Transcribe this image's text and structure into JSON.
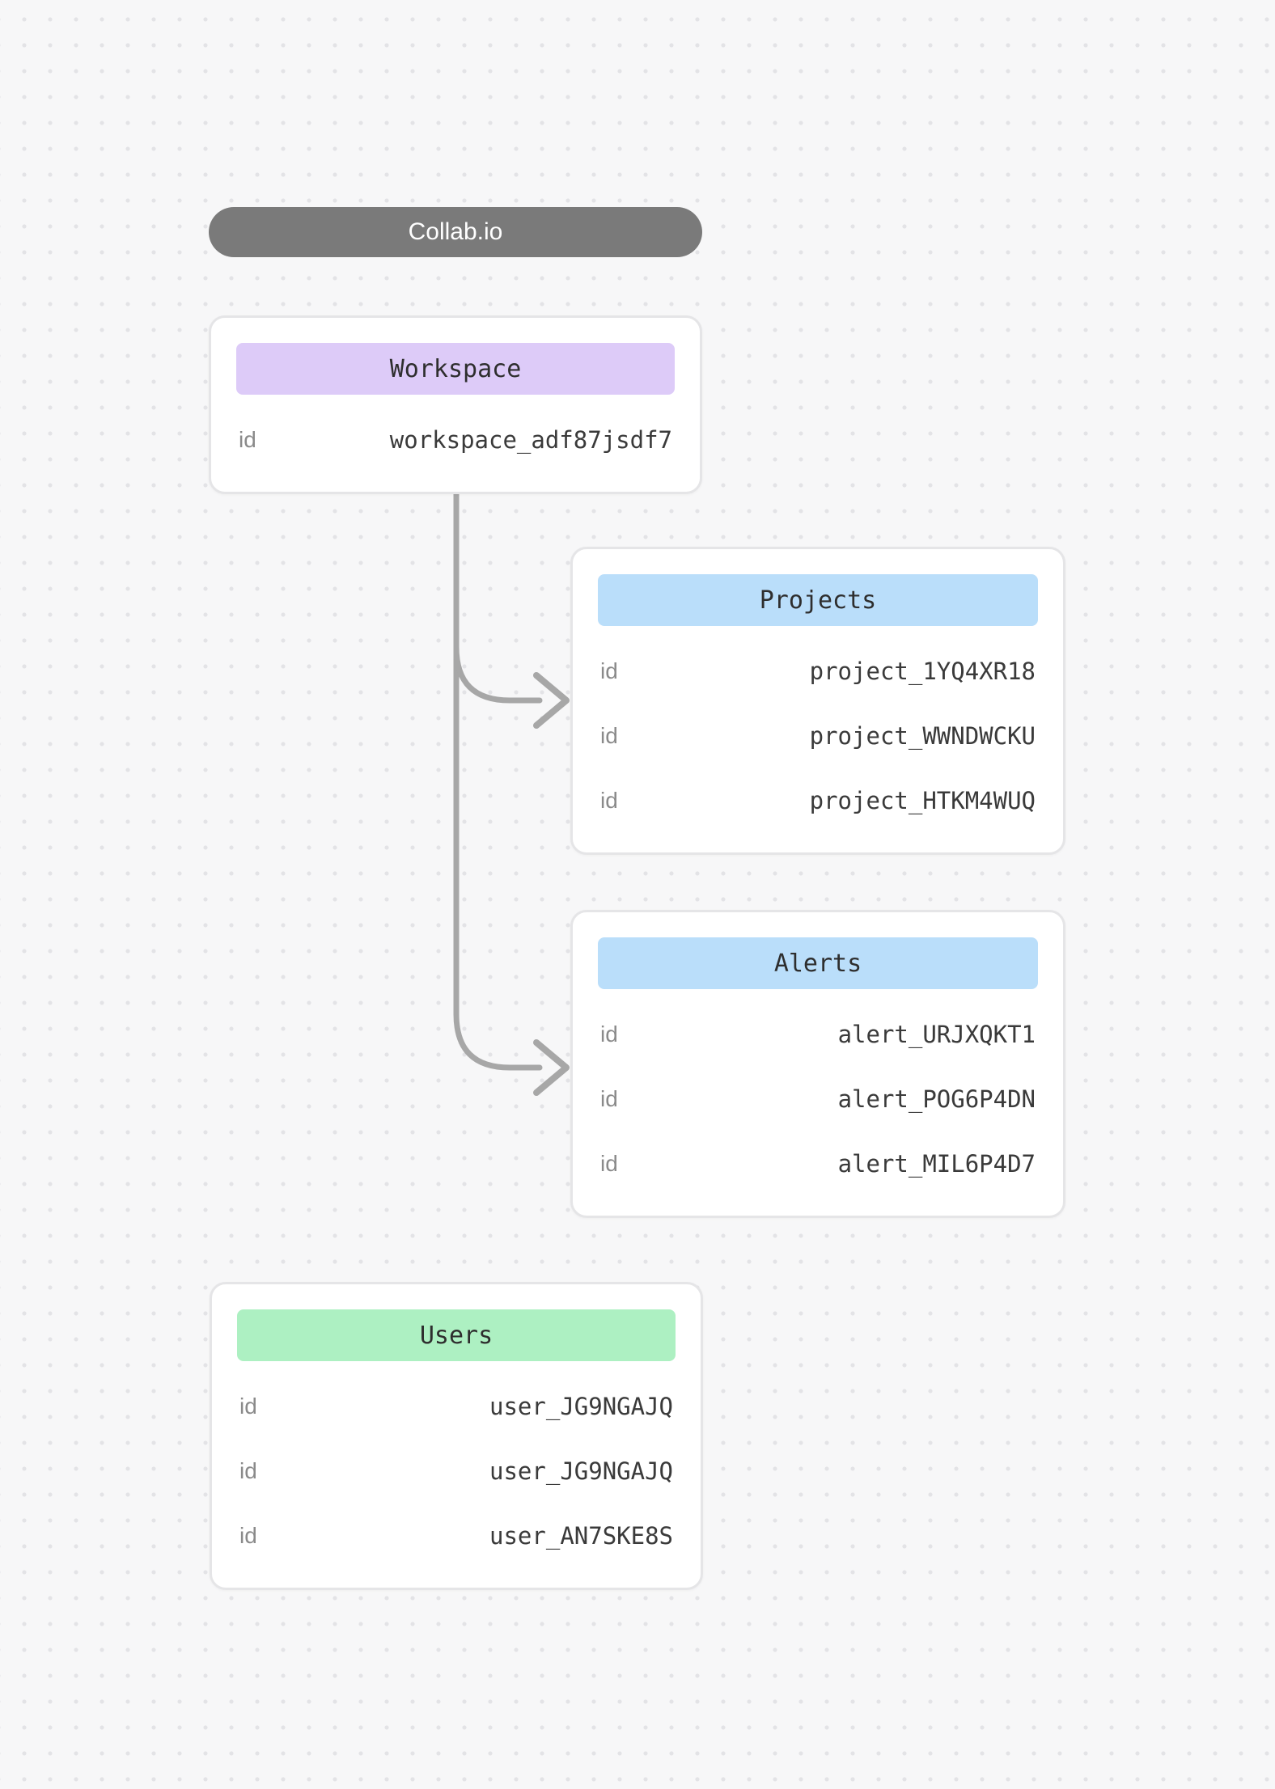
{
  "app": {
    "title": "Collab.io"
  },
  "colors": {
    "canvas_bg": "#f7f7f8",
    "dot_grid": "#e3e3e6",
    "title_pill_bg": "#7a7a7a",
    "workspace_header_bg": "#ddcbf8",
    "projects_header_bg": "#badefa",
    "alerts_header_bg": "#badefa",
    "users_header_bg": "#adf0c2",
    "connector": "#a7a7a7"
  },
  "cards": {
    "workspace": {
      "title": "Workspace",
      "rows": [
        {
          "key": "id",
          "value": "workspace_adf87jsdf7"
        }
      ]
    },
    "projects": {
      "title": "Projects",
      "rows": [
        {
          "key": "id",
          "value": "project_1YQ4XR18"
        },
        {
          "key": "id",
          "value": "project_WWNDWCKU"
        },
        {
          "key": "id",
          "value": "project_HTKM4WUQ"
        }
      ]
    },
    "alerts": {
      "title": "Alerts",
      "rows": [
        {
          "key": "id",
          "value": "alert_URJXQKT1"
        },
        {
          "key": "id",
          "value": "alert_POG6P4DN"
        },
        {
          "key": "id",
          "value": "alert_MIL6P4D7"
        }
      ]
    },
    "users": {
      "title": "Users",
      "rows": [
        {
          "key": "id",
          "value": "user_JG9NGAJQ"
        },
        {
          "key": "id",
          "value": "user_JG9NGAJQ"
        },
        {
          "key": "id",
          "value": "user_AN7SKE8S"
        }
      ]
    }
  }
}
